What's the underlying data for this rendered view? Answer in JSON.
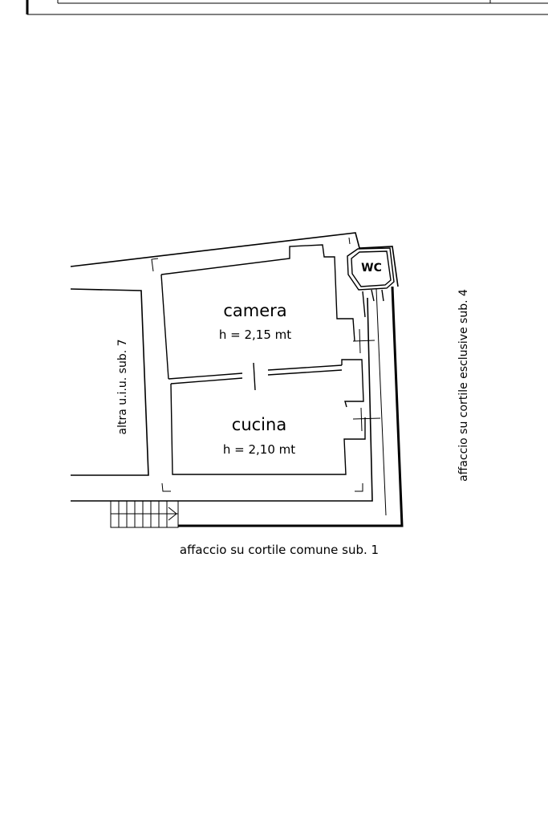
{
  "rooms": {
    "camera": {
      "name": "camera",
      "height": "h = 2,15 mt"
    },
    "cucina": {
      "name": "cucina",
      "height": "h = 2,10 mt"
    },
    "wc": {
      "name": "WC"
    }
  },
  "labels": {
    "left_neighbor": "altra u.i.u. sub. 7",
    "right_side": "affaccio su cortile esclusive sub. 4",
    "bottom_side": "affaccio su cortile comune sub. 1"
  },
  "colors": {
    "line": "#000000",
    "wall": "#ffffff",
    "background": "#ffffff"
  }
}
